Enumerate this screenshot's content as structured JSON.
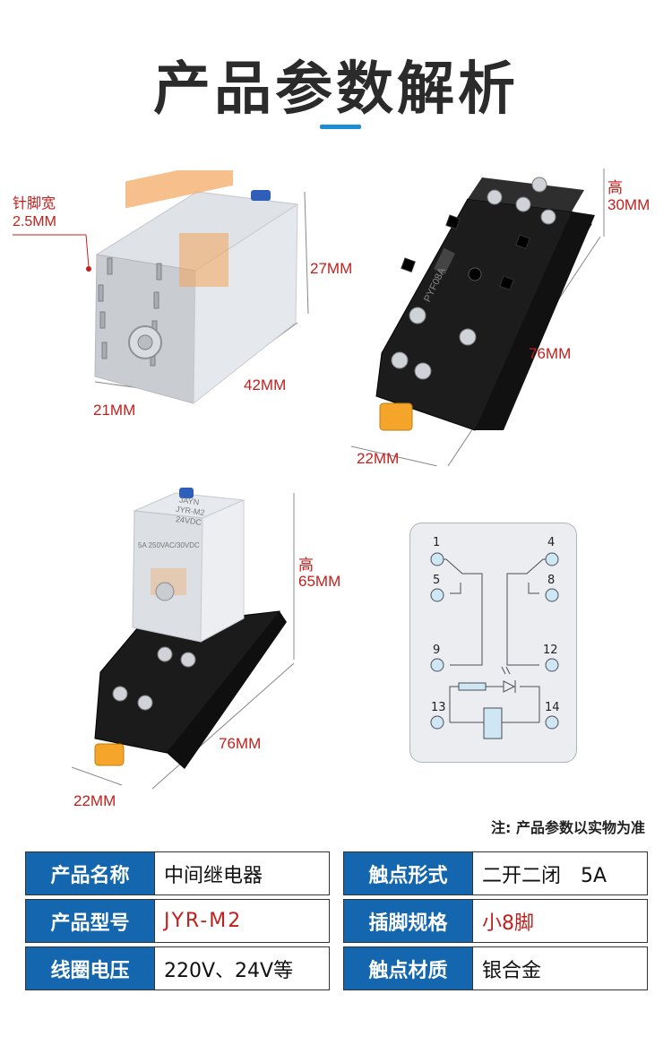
{
  "header": {
    "title": "产品参数解析"
  },
  "dimensions": {
    "relay": {
      "pin_width_label": "针脚宽",
      "pin_width_value": "2.5MM",
      "height": "27MM",
      "length": "42MM",
      "width": "21MM"
    },
    "socket": {
      "height_label": "高",
      "height_value": "30MM",
      "length": "76MM",
      "width": "22MM",
      "model_mark": "PYF08A"
    },
    "assembly": {
      "height_label": "高",
      "height_value": "65MM",
      "length": "76MM",
      "width": "22MM",
      "relay_marks": [
        "JAYN",
        "JYR-M2",
        "24VDC",
        "5A 250VAC/30VDC"
      ]
    }
  },
  "wiring": {
    "pins": [
      "1",
      "4",
      "5",
      "8",
      "9",
      "12",
      "13",
      "14"
    ]
  },
  "note": "注: 产品参数以实物为准",
  "specs": {
    "left": [
      {
        "key": "产品名称",
        "value": "中间继电器"
      },
      {
        "key": "产品型号",
        "value": "JYR-M2"
      },
      {
        "key": "线圈电压",
        "value": "220V、24V等"
      }
    ],
    "right": [
      {
        "key": "触点形式",
        "value": "二开二闭　5A"
      },
      {
        "key": "插脚规格",
        "value": "小8脚"
      },
      {
        "key": "触点材质",
        "value": "银合金"
      }
    ]
  },
  "colors": {
    "accent": "#1a8fd6",
    "table_header": "#1466ae",
    "dimension_text": "#c2201c"
  }
}
